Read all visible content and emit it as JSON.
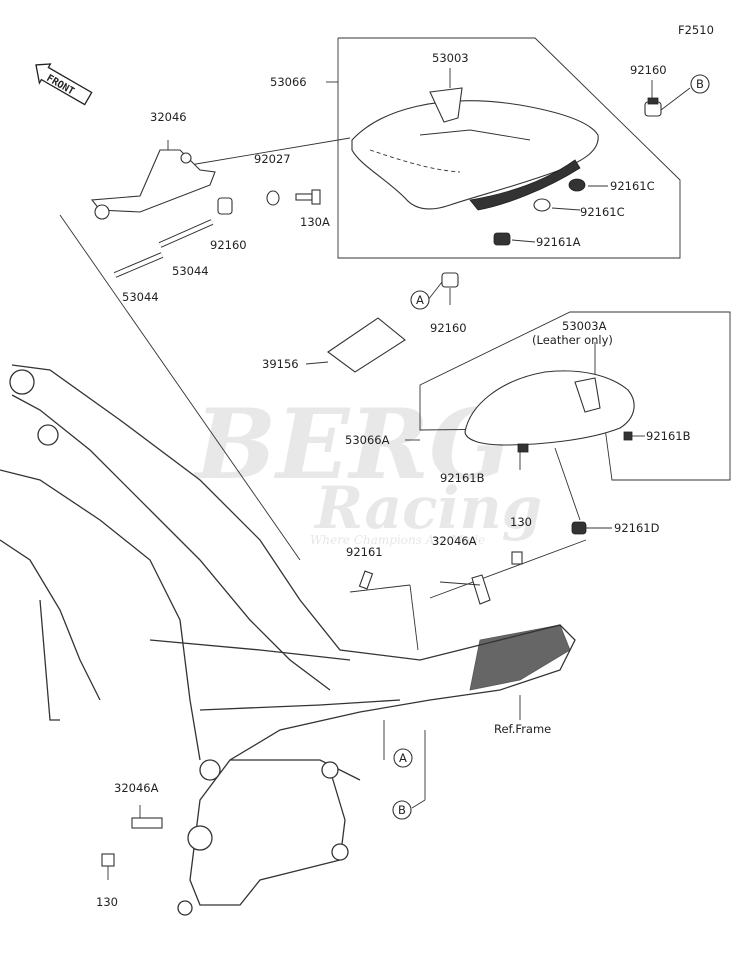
{
  "figure_code": "F2510",
  "front_label": "FRONT",
  "watermark": {
    "brand": "BERG",
    "sub": "Racing",
    "tagline": "Where Champions Are Made"
  },
  "callouts": {
    "A": "A",
    "B": "B"
  },
  "parts": {
    "p53066": "53066",
    "p53003": "53003",
    "p92160_top": "92160",
    "p32046": "32046",
    "p92027": "92027",
    "p92161C_1": "92161C",
    "p92161C_2": "92161C",
    "p92161A": "92161A",
    "p92160_mid": "92160",
    "p130A": "130A",
    "p53044_1": "53044",
    "p53044_2": "53044",
    "p92160_lower": "92160",
    "p39156": "39156",
    "p53003A": "53003A",
    "p53003A_note": "(Leather only)",
    "p53066A": "53066A",
    "p92161B_1": "92161B",
    "p92161B_2": "92161B",
    "p92161D": "92161D",
    "p130_mid": "130",
    "p32046A_mid": "32046A",
    "p92161": "92161",
    "ref_frame": "Ref.Frame",
    "p32046A_low": "32046A",
    "p130_low": "130"
  }
}
